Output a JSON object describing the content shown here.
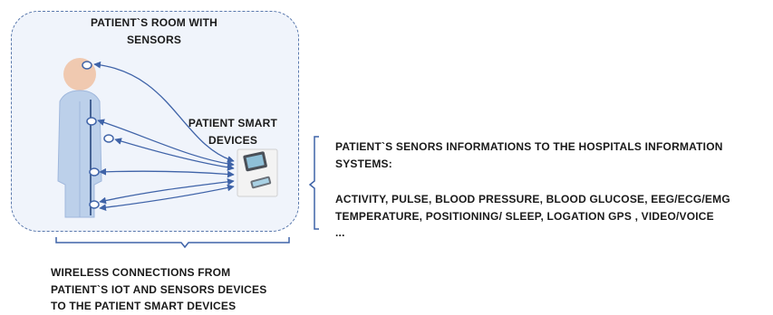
{
  "room_title": [
    "PATIENT`S  ROOM WITH",
    "SENSORS"
  ],
  "smart_devices_label": [
    "PATIENT  SMART",
    "DEVICES"
  ],
  "info_title": [
    "PATIENT`S  SENORS INFORMATIONS TO THE HOSPITALS INFORMATION",
    "SYSTEMS:"
  ],
  "info_items": [
    "ACTIVITY,  PULSE, BLOOD PRESSURE,  BLOOD GLUCOSE,  EEG/ECG/EMG",
    "TEMPERATURE,  POSITIONING/  SLEEP,  LOGATION GPS ,  VIDEO/VOICE",
    "..."
  ],
  "wireless_label": [
    "WIRELESS CONNECTIONS FROM",
    "PATIENT`S  IOT AND SENSORS DEVICES",
    "TO THE  PATIENT SMART DEVICES"
  ],
  "colors": {
    "room_border": "#5a79ad",
    "room_fill": "#f0f4fb",
    "arrow": "#3f63a8",
    "body_fill": "#bcd0ea",
    "head_fill": "#f0c9b0",
    "bracket": "#3f63a8"
  },
  "icons": [
    "patient-figure-icon",
    "sensor-icon",
    "tablet-icon",
    "smartphone-icon"
  ]
}
